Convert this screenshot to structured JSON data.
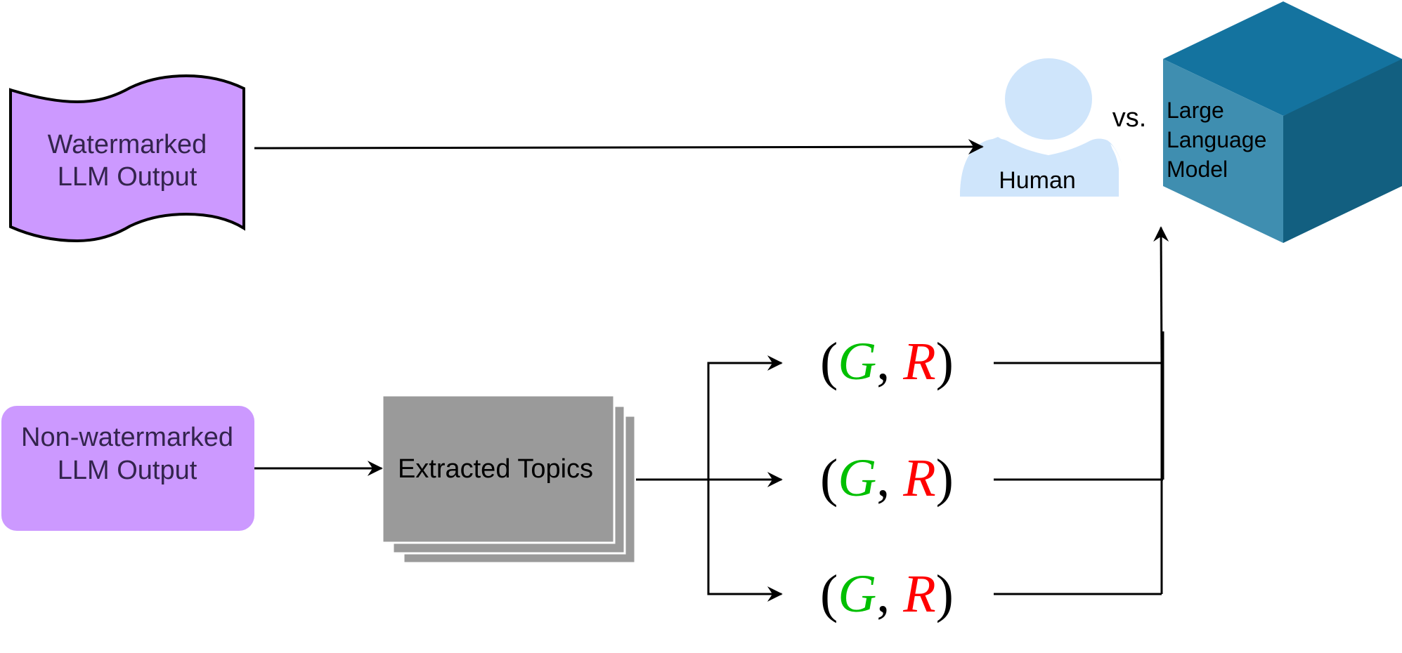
{
  "colors": {
    "purple_fill": "#cc99ff",
    "dark_text": "#33244d",
    "gray_fill": "#9a9a9a",
    "human_fill": "#cfe5fb",
    "cube_top": "#14739f",
    "cube_front": "#3f8eb0",
    "cube_right": "#125f80",
    "green": "#00bf00",
    "red": "#ff0000"
  },
  "nodes": {
    "watermarked": {
      "line1": "Watermarked",
      "line2": "LLM Output"
    },
    "non_watermarked": {
      "line1": "Non-watermarked",
      "line2": "LLM Output"
    },
    "topics": {
      "label": "Extracted Topics"
    },
    "human": {
      "label": "Human",
      "icon": "person-icon"
    },
    "versus": {
      "label": "vs."
    },
    "llm": {
      "line1": "Large",
      "line2": "Language",
      "line3": "Model",
      "icon": "cube-icon"
    }
  },
  "pairs": [
    {
      "open": "(",
      "g": "G",
      "comma": ",",
      "r": "R",
      "close": ")"
    },
    {
      "open": "(",
      "g": "G",
      "comma": ",",
      "r": "R",
      "close": ")"
    },
    {
      "open": "(",
      "g": "G",
      "comma": ",",
      "r": "R",
      "close": ")"
    }
  ]
}
